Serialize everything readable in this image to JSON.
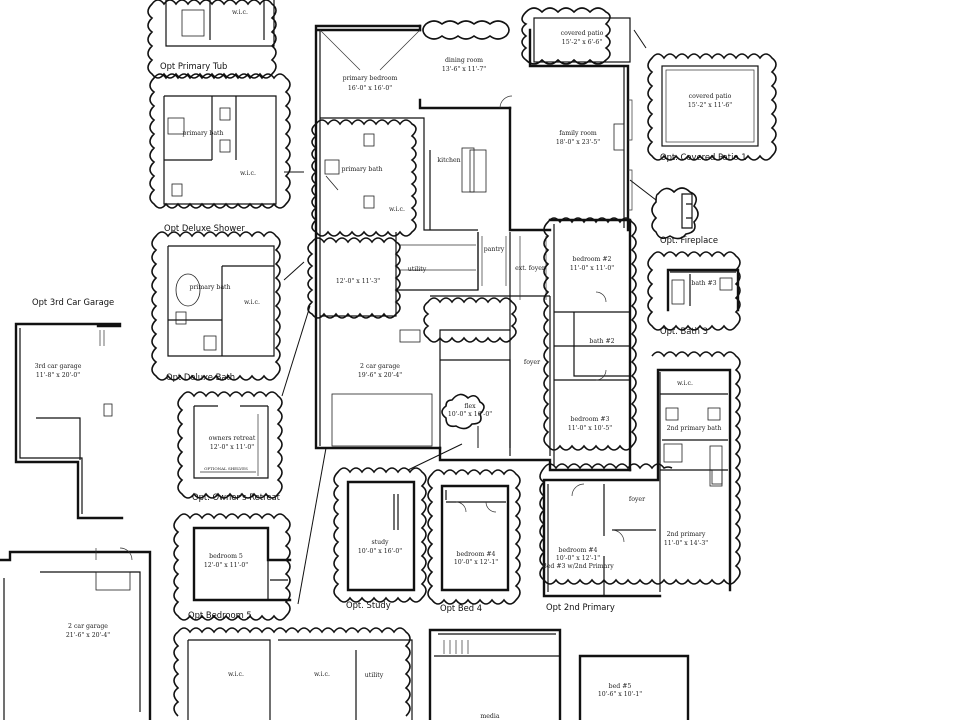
{
  "options": {
    "primary_tub": "Opt Primary Tub",
    "deluxe_shower": "Opt Deluxe Shower",
    "deluxe_bath": "Opt Deluxe Bath",
    "third_car_garage": "Opt 3rd Car Garage",
    "owners_retreat": "Opt. Owner's Retreat",
    "bedroom5": "Opt Bedroom 5",
    "covered_patio1": "Opt. Covered Patio 1",
    "fireplace": "Opt. Fireplace",
    "bath3": "Opt. Bath 3",
    "study": "Opt. Study",
    "bed4": "Opt Bed 4",
    "second_primary": "Opt 2nd Primary"
  },
  "rooms": {
    "primary_bedroom": {
      "name": "primary bedroom",
      "size": "16'-0\" x 16'-0\""
    },
    "dining_room": {
      "name": "dining room",
      "size": "13'-6\" x 11'-7\""
    },
    "covered_patio_main": {
      "name": "covered patio",
      "size": "15'-2\" x 6'-6\""
    },
    "covered_patio_opt": {
      "name": "covered patio",
      "size": "15'-2\" x 11'-6\""
    },
    "family_room": {
      "name": "family room",
      "size": "18'-0\" x 23'-5\""
    },
    "kitchen": {
      "name": "kitchen"
    },
    "primary_bath": {
      "name": "primary bath"
    },
    "wic": {
      "name": "w.i.c."
    },
    "pantry": {
      "name": "pantry"
    },
    "utility": {
      "name": "utility"
    },
    "retreat_size": {
      "size": "12'-0\" x 11'-3\""
    },
    "ext_foyer": {
      "name": "ext. foyer"
    },
    "bedroom2": {
      "name": "bedroom #2",
      "size": "11'-0\" x 11'-0\""
    },
    "bath2": {
      "name": "bath #2"
    },
    "bath3": {
      "name": "bath #3"
    },
    "two_car_garage": {
      "name": "2 car garage",
      "size": "19'-6\" x 20'-4\""
    },
    "foyer": {
      "name": "foyer"
    },
    "flex": {
      "name": "flex",
      "size": "10'-0\" x 16'-0\""
    },
    "bedroom3": {
      "name": "bedroom #3",
      "size": "11'-0\" x 10'-5\""
    },
    "third_car_garage": {
      "name": "3rd car garage",
      "size": "11'-8\" x 20'-0\""
    },
    "owners_retreat": {
      "name": "owners retreat",
      "size": "12'-0\" x 11'-0\""
    },
    "optional_shelves": {
      "name": "OPTIONAL SHELVES"
    },
    "two_car_garage_alt": {
      "name": "2 car garage",
      "size": "21'-6\" x 20'-4\""
    },
    "bedroom5": {
      "name": "bedroom 5",
      "size": "12'-0\" x 11'-0\""
    },
    "study": {
      "name": "study",
      "size": "10'-0\" x 16'-0\""
    },
    "bedroom4_opt": {
      "name": "bedroom #4",
      "size": "10'-0\" x 12'-1\""
    },
    "bedroom4_2nd": {
      "name": "bedroom #4",
      "size": "10'-0\" x 12'-1\"",
      "note": "Bed #3 w/2nd Primary"
    },
    "second_primary": {
      "name": "2nd primary",
      "size": "11'-0\" x 14'-3\""
    },
    "second_primary_bath": {
      "name": "2nd primary bath"
    },
    "bed5": {
      "name": "bed #5",
      "size": "10'-6\" x 10'-1\""
    },
    "media": {
      "name": "media"
    }
  }
}
